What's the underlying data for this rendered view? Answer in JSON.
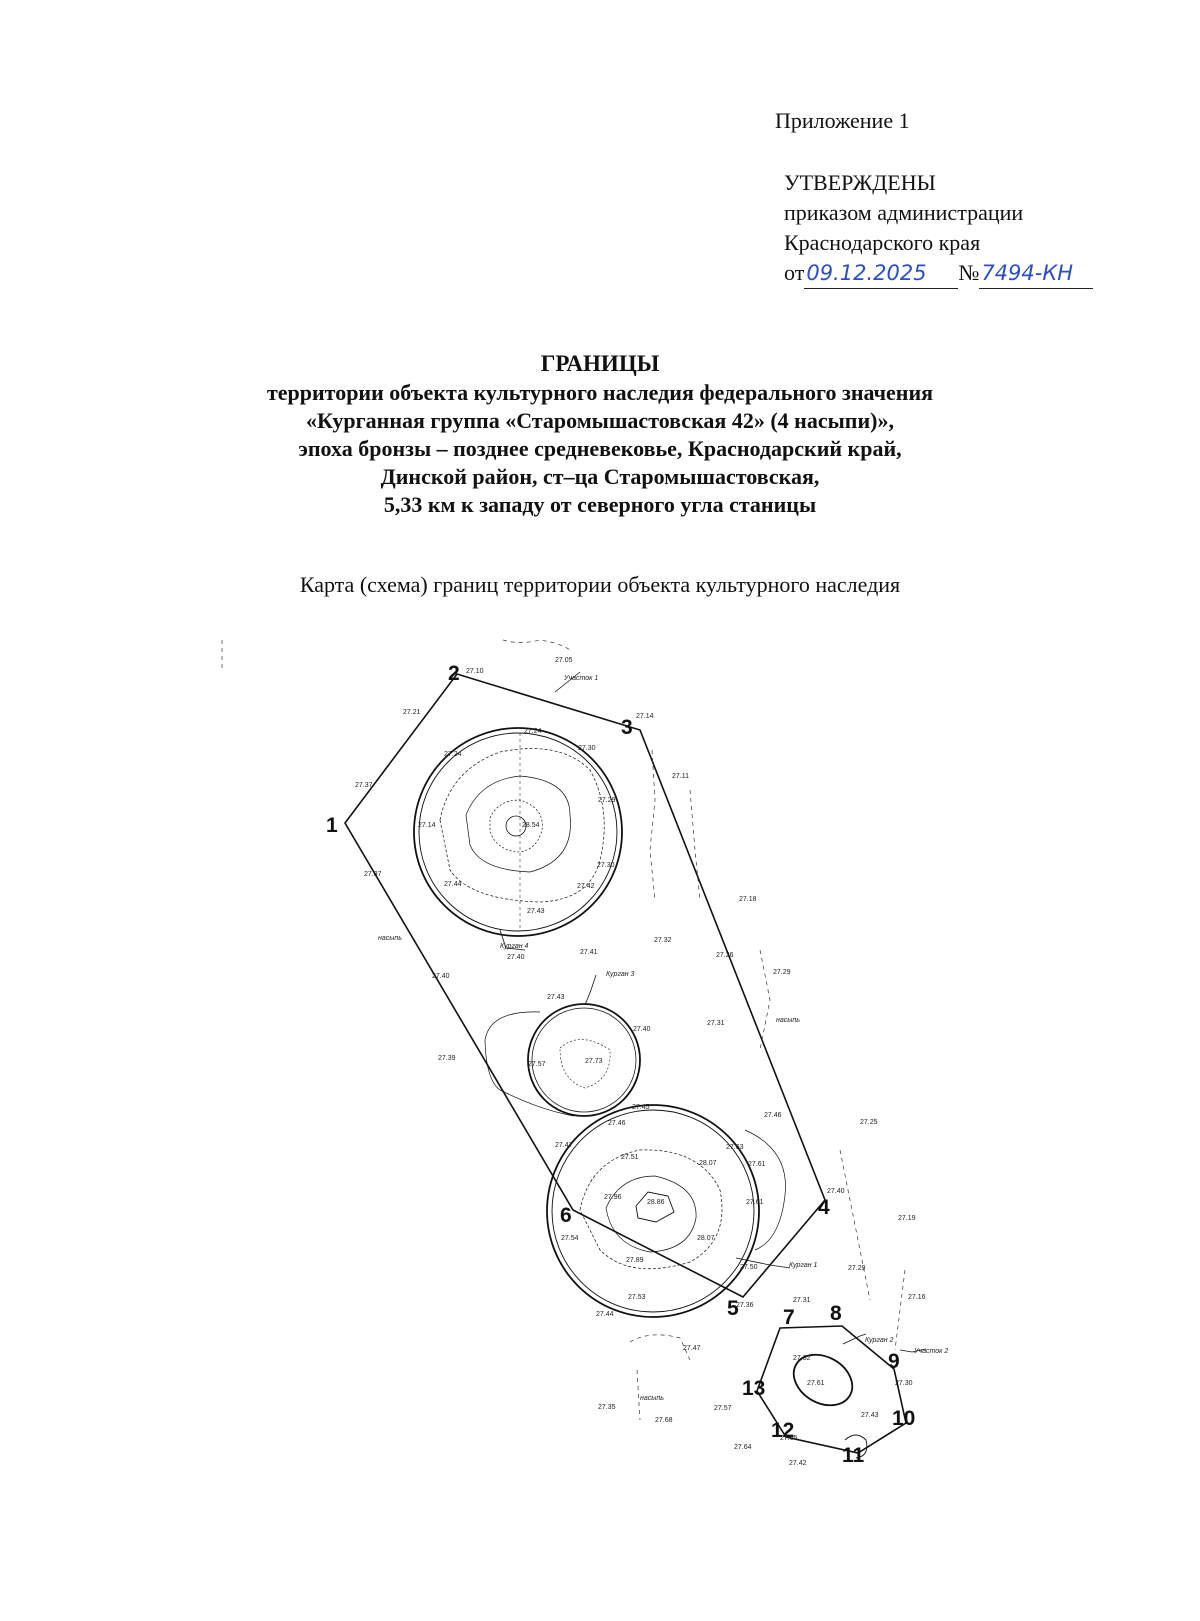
{
  "header": {
    "appendix": "Приложение 1",
    "approved": "УТВЕРЖДЕНЫ",
    "by_order": "приказом администрации",
    "region": "Краснодарского края",
    "date_prefix": "от",
    "date": "09.12.2025",
    "number_sign": "№",
    "number": "7494-КН"
  },
  "title": {
    "heading": "ГРАНИЦЫ",
    "lines": [
      "территории объекта культурного наследия федерального значения",
      "«Курганная группа «Старомышастовская 42» (4 насыпи)»,",
      "эпоха бронзы – позднее средневековье, Краснодарский край,",
      "Динской район, ст–ца Старомышастовская,",
      "5,33 км к западу от северного угла станицы"
    ]
  },
  "subtitle": "Карта (схема) границ территории объекта культурного наследия",
  "map": {
    "vertices": [
      "1",
      "2",
      "3",
      "4",
      "5",
      "6",
      "7",
      "8",
      "9",
      "10",
      "11",
      "12",
      "13"
    ],
    "mound_labels": [
      "Курган 4",
      "Курган 3",
      "Курган 1",
      "Курган 2"
    ],
    "area_labels": [
      "Участок 1",
      "Участок 2"
    ],
    "elevations": [
      "27.10",
      "27.05",
      "27.21",
      "27.14",
      "27.24",
      "27.30",
      "27.11",
      "27.37",
      "27.24",
      "27.29",
      "27.14",
      "28.54",
      "27.37",
      "27.30",
      "27.44",
      "27.42",
      "27.18",
      "27.43",
      "27.40",
      "27.41",
      "27.32",
      "27.26",
      "27.29",
      "27.40",
      "27.43",
      "27.31",
      "27.40",
      "27.39",
      "27.57",
      "27.73",
      "27.45",
      "27.46",
      "27.25",
      "27.46",
      "27.47",
      "27.63",
      "27.51",
      "28.07",
      "27.61",
      "27.40",
      "27.96",
      "28.86",
      "27.61",
      "27.19",
      "27.54",
      "28.07",
      "27.89",
      "27.50",
      "27.29",
      "27.53",
      "27.31",
      "27.16",
      "27.36",
      "27.44",
      "27.47",
      "27.32",
      "27.61",
      "27.30",
      "27.35",
      "27.57",
      "27.43",
      "27.68",
      "27.65",
      "27.64",
      "27.42"
    ],
    "notes": [
      "насыпь",
      "насыпь",
      "насыпь"
    ]
  }
}
